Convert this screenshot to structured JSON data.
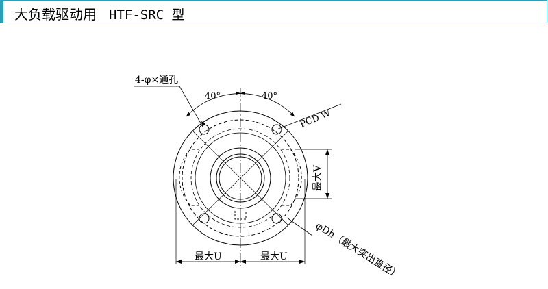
{
  "header": {
    "title_cn": "大负载驱动用",
    "title_model": "HTF-SRC 型",
    "accent_color": "#2b9fb8"
  },
  "drawing": {
    "hole_label": "4-φ×通孔",
    "angle_left": "40°",
    "angle_right": "40°",
    "pcd_label": "PCD  W",
    "max_v_label": "最大V",
    "dh_label": "φDh（最大突出直径）",
    "max_u_left": "最大U",
    "max_u_right": "最大U"
  }
}
